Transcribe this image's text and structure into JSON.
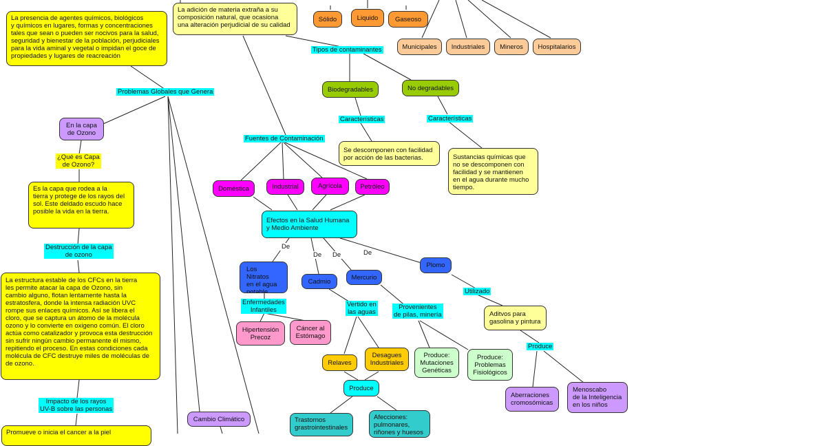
{
  "boxes": {
    "definicion": "La presencia de agentes químicos, biológicos\ny  químicos en lugares, formas y concentraciones\ntales que sean o pueden ser nocivos para la salud,\nseguridad y bienestar de la población, perjudiciales\npara la vida aminal y vegetal o impidan el goce de\npropiedades  y  lugares de reacreación",
    "adicion": "La adición de materia extraña a su\ncomposición natural, que ocasiona\nuna alteración perjudicial de su calidad",
    "solido": "Sólido",
    "liquido": "Liquido",
    "gaseoso": "Gaseoso",
    "municipales": "Municipales",
    "industriales": "Industriales",
    "mineros": "Mineros",
    "hospitalarios": "Hospitalarios",
    "biodegradables": "Biodegradables",
    "no_degradables": "No degradables",
    "se_descomponen": "Se descomponen con facilidad\npor acción de las bacterias.",
    "sustancias": "Sustancias químicas que\nno se descomponen con\nfacilidad y se mantienen\nen el agua durante mucho\ntiempo.",
    "capa_ozono": "En la capa\nde Ozono",
    "es_la_capa": "Es la capa que rodea a la\ntierra y protege de los rayos del\nsol. Este deldado escudo hace\nposible la vida en la tierra.",
    "estructura": "La estructura estable de los CFCs en la tierra\nles permite atacar la capa de Ozono, sin\ncambio alguno, flotan lentamente hasta la\nestratosfera, donde la intensa radiación UVC\nrompe sus enlaces químicos. Así se libera el\ncloro, que se captura un átomo de la molécula\nozono y lo convierte en oxigeno común. El cloro\nactúa como catalizador y provoca esta  destrucción\nsin sufrir ningún cambio permanente él  mismo,\nrepitiendo el proceso. En estas condiciones cada\nmolécula de CFC destruye miles de moléculas de\nde ozono.",
    "promueve": "Promueve o inicia el cancer a la piel",
    "domestica": "Doméstica",
    "industrial": "Industrial",
    "agricola": "Agrícola",
    "petroleo": "Petróleo",
    "efectos": "Efectos en la Salud Humana\ny Medio Ambiente",
    "nitratos": "Los Nitratos\nen el agua\npotable",
    "cadmio": "Cadmio",
    "mercurio": "Mercurio",
    "plomo": "Plomo",
    "hipertension": "Hipertensión\nPrecoz",
    "cancer_estomago": "Cáncer al\nEstómago",
    "relaves": "Relaves",
    "desagues": "Desagues\nIndustriales",
    "mutaciones": "Produce:\nMutaciones\nGenéticas",
    "problemas_fisio": "Produce:\nProblemas\nFisiológicos",
    "aditivos": "Aditvos para\ngasolina y pintura",
    "produce": "Produce",
    "aberraciones": "Aberraciones\ncromosómicas",
    "menoscabo": "Menoscabo\nde la Inteligencia\nen los niños",
    "trastornos": "Trastornos\ngrastrointestinales",
    "afecciones": "Afecciones:\npulmonares,\nriñones y huesos",
    "cambio_climatico": "Cambio Climático"
  },
  "labels": {
    "problemas_globales": "Problemas Globales que Genera",
    "tipos_contaminantes": "Tipos de contaminantes",
    "caracteristicas_1": "Características",
    "caracteristicas_2": "Características",
    "fuentes": "Fuentes de Contaminación",
    "que_es_capa": "¿Qué es Capa\nde Ozono?",
    "destruccion": "Destrucción de la capa\nde ozono",
    "impacto": "Impacto de los rayos\nUV-B sobre las personas",
    "enfermedades": "Enfermedades\nInfantiles",
    "vertido": "Vertido en\nlas aguas",
    "provenientes": "Provenientes\nde pilas, minería",
    "utilizado": "Utilizado",
    "produce_lbl": "Produce"
  },
  "connectors": {
    "de_1": "De",
    "de_2": "De",
    "de_3": "De",
    "de_4": "De"
  }
}
